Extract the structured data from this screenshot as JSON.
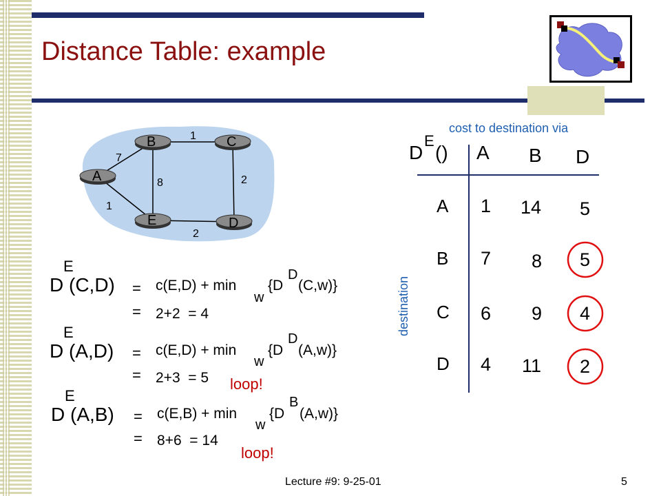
{
  "title": "Distance Table: example",
  "footer": "Lecture #9: 9-25-01",
  "page_number": "5",
  "network": {
    "nodes": [
      "A",
      "B",
      "C",
      "D",
      "E"
    ],
    "edge_labels": {
      "ab": "7",
      "bc": "1",
      "cd": "2",
      "ed": "2",
      "be": "8",
      "ae": "1"
    }
  },
  "table": {
    "header_prefix": "D",
    "header_super": "E",
    "header_paren": "()",
    "caption": "cost to destination via",
    "side_label": "destination",
    "columns": [
      "A",
      "B",
      "D"
    ],
    "rows": [
      {
        "label": "A",
        "values": [
          "1",
          "14",
          "5"
        ]
      },
      {
        "label": "B",
        "values": [
          "7",
          "8",
          "5"
        ]
      },
      {
        "label": "C",
        "values": [
          "6",
          "9",
          "4"
        ]
      },
      {
        "label": "D",
        "values": [
          "4",
          "11",
          "2"
        ]
      }
    ]
  },
  "equations": [
    {
      "sup": "E",
      "lhs": "D (C,D)",
      "eq1": "=",
      "rhs1": "c(E,D) + min",
      "sub": "w",
      "brace": "{D",
      "sup2": "D",
      "rest": "(C,w)}",
      "eq2": "=",
      "rhs2": "2+2  = 4",
      "loop": ""
    },
    {
      "sup": "E",
      "lhs": "D (A,D)",
      "eq1": "=",
      "rhs1": "c(E,D) + min",
      "sub": "w",
      "brace": "{D",
      "sup2": "D",
      "rest": "(A,w)}",
      "eq2": "=",
      "rhs2": "2+3  = 5",
      "loop": "loop!"
    },
    {
      "sup": "E",
      "lhs": "D (A,B)",
      "eq1": "=",
      "rhs1": "c(E,B) + min",
      "sub": "w",
      "brace": "{D",
      "sup2": "B",
      "rest": "(A,w)}",
      "eq2": "=",
      "rhs2": "8+6  = 14",
      "loop": "loop!"
    }
  ]
}
